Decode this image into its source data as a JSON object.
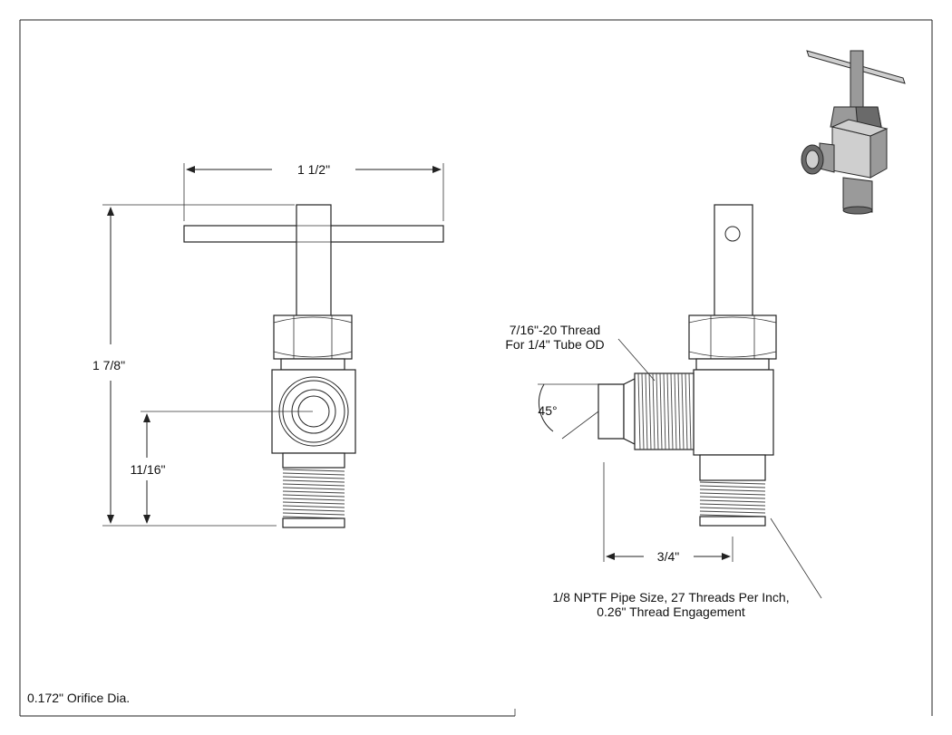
{
  "dimensions": {
    "handle_width": "1 1/2\"",
    "overall_height": "1 7/8\"",
    "port_height": "11/16\"",
    "offset": "3/4\"",
    "angle": "45°"
  },
  "notes": {
    "flare_thread_line1": "7/16\"-20 Thread",
    "flare_thread_line2": "For 1/4\" Tube OD",
    "pipe_line1": "1/8 NPTF Pipe Size, 27 Threads Per Inch,",
    "pipe_line2": "0.26\" Thread Engagement",
    "orifice": "0.172\" Orifice Dia."
  },
  "colors": {
    "line": "#222222",
    "shade_dark": "#6a6a6a",
    "shade_mid": "#9a9a9a",
    "shade_light": "#cfcfcf"
  }
}
